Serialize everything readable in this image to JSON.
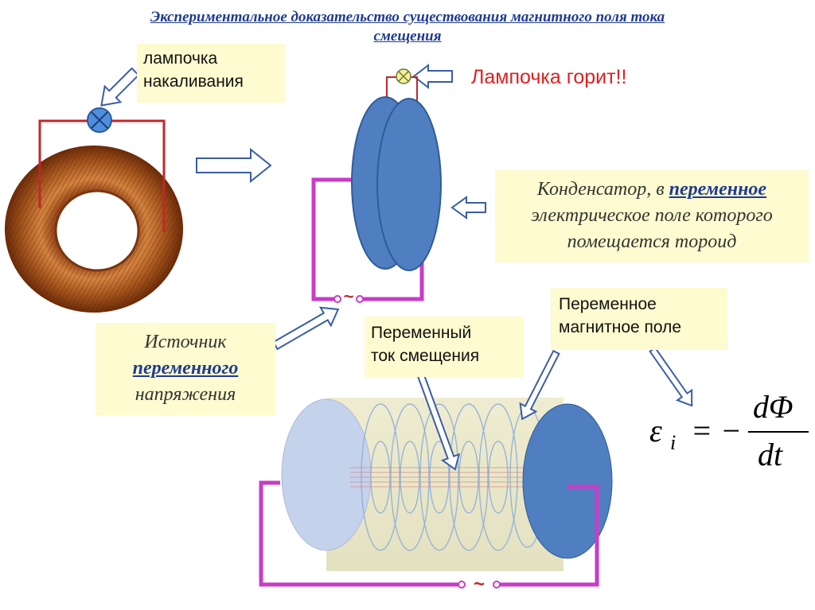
{
  "title": {
    "line1": "Экспериментальное доказательство существования магнитного поля тока",
    "line2": "смещения"
  },
  "labels": {
    "lamp_line1": "лампочка",
    "lamp_line2": "накаливания",
    "lamp_on": "Лампочка горит!!",
    "capacitor_part1": "Конденсатор, в ",
    "capacitor_emphasis": "переменное",
    "capacitor_line2": "электрическое поле которого",
    "capacitor_line3": "помещается тороид",
    "source_line1": "Источник",
    "source_emphasis": "переменного",
    "source_line3": "напряжения",
    "current_line1": "Переменный",
    "current_line2": "ток смещения",
    "field_line1": "Переменное",
    "field_line2": "магнитное поле",
    "ac_symbol": "~"
  },
  "formula": {
    "emf": "ε",
    "subscript": "i",
    "equals_minus": "= −",
    "numerator": "dΦ",
    "denominator": "dt"
  },
  "colors": {
    "title": "#1f3a93",
    "label_box": "#fdfbcf",
    "lamp_on_text": "#e02020",
    "wire_red": "#c0282a",
    "wire_magenta": "#c83cc8",
    "plate_blue": "#4f7fc1",
    "copper": "#b45c1e",
    "lamp_blue": "#4f8edc",
    "arrow_outline": "#3a5da6"
  },
  "icons": {
    "lamp": "lamp-icon",
    "toroid": "toroid-coil",
    "capacitor": "capacitor-plates",
    "arrow": "hollow-arrow-icon"
  }
}
